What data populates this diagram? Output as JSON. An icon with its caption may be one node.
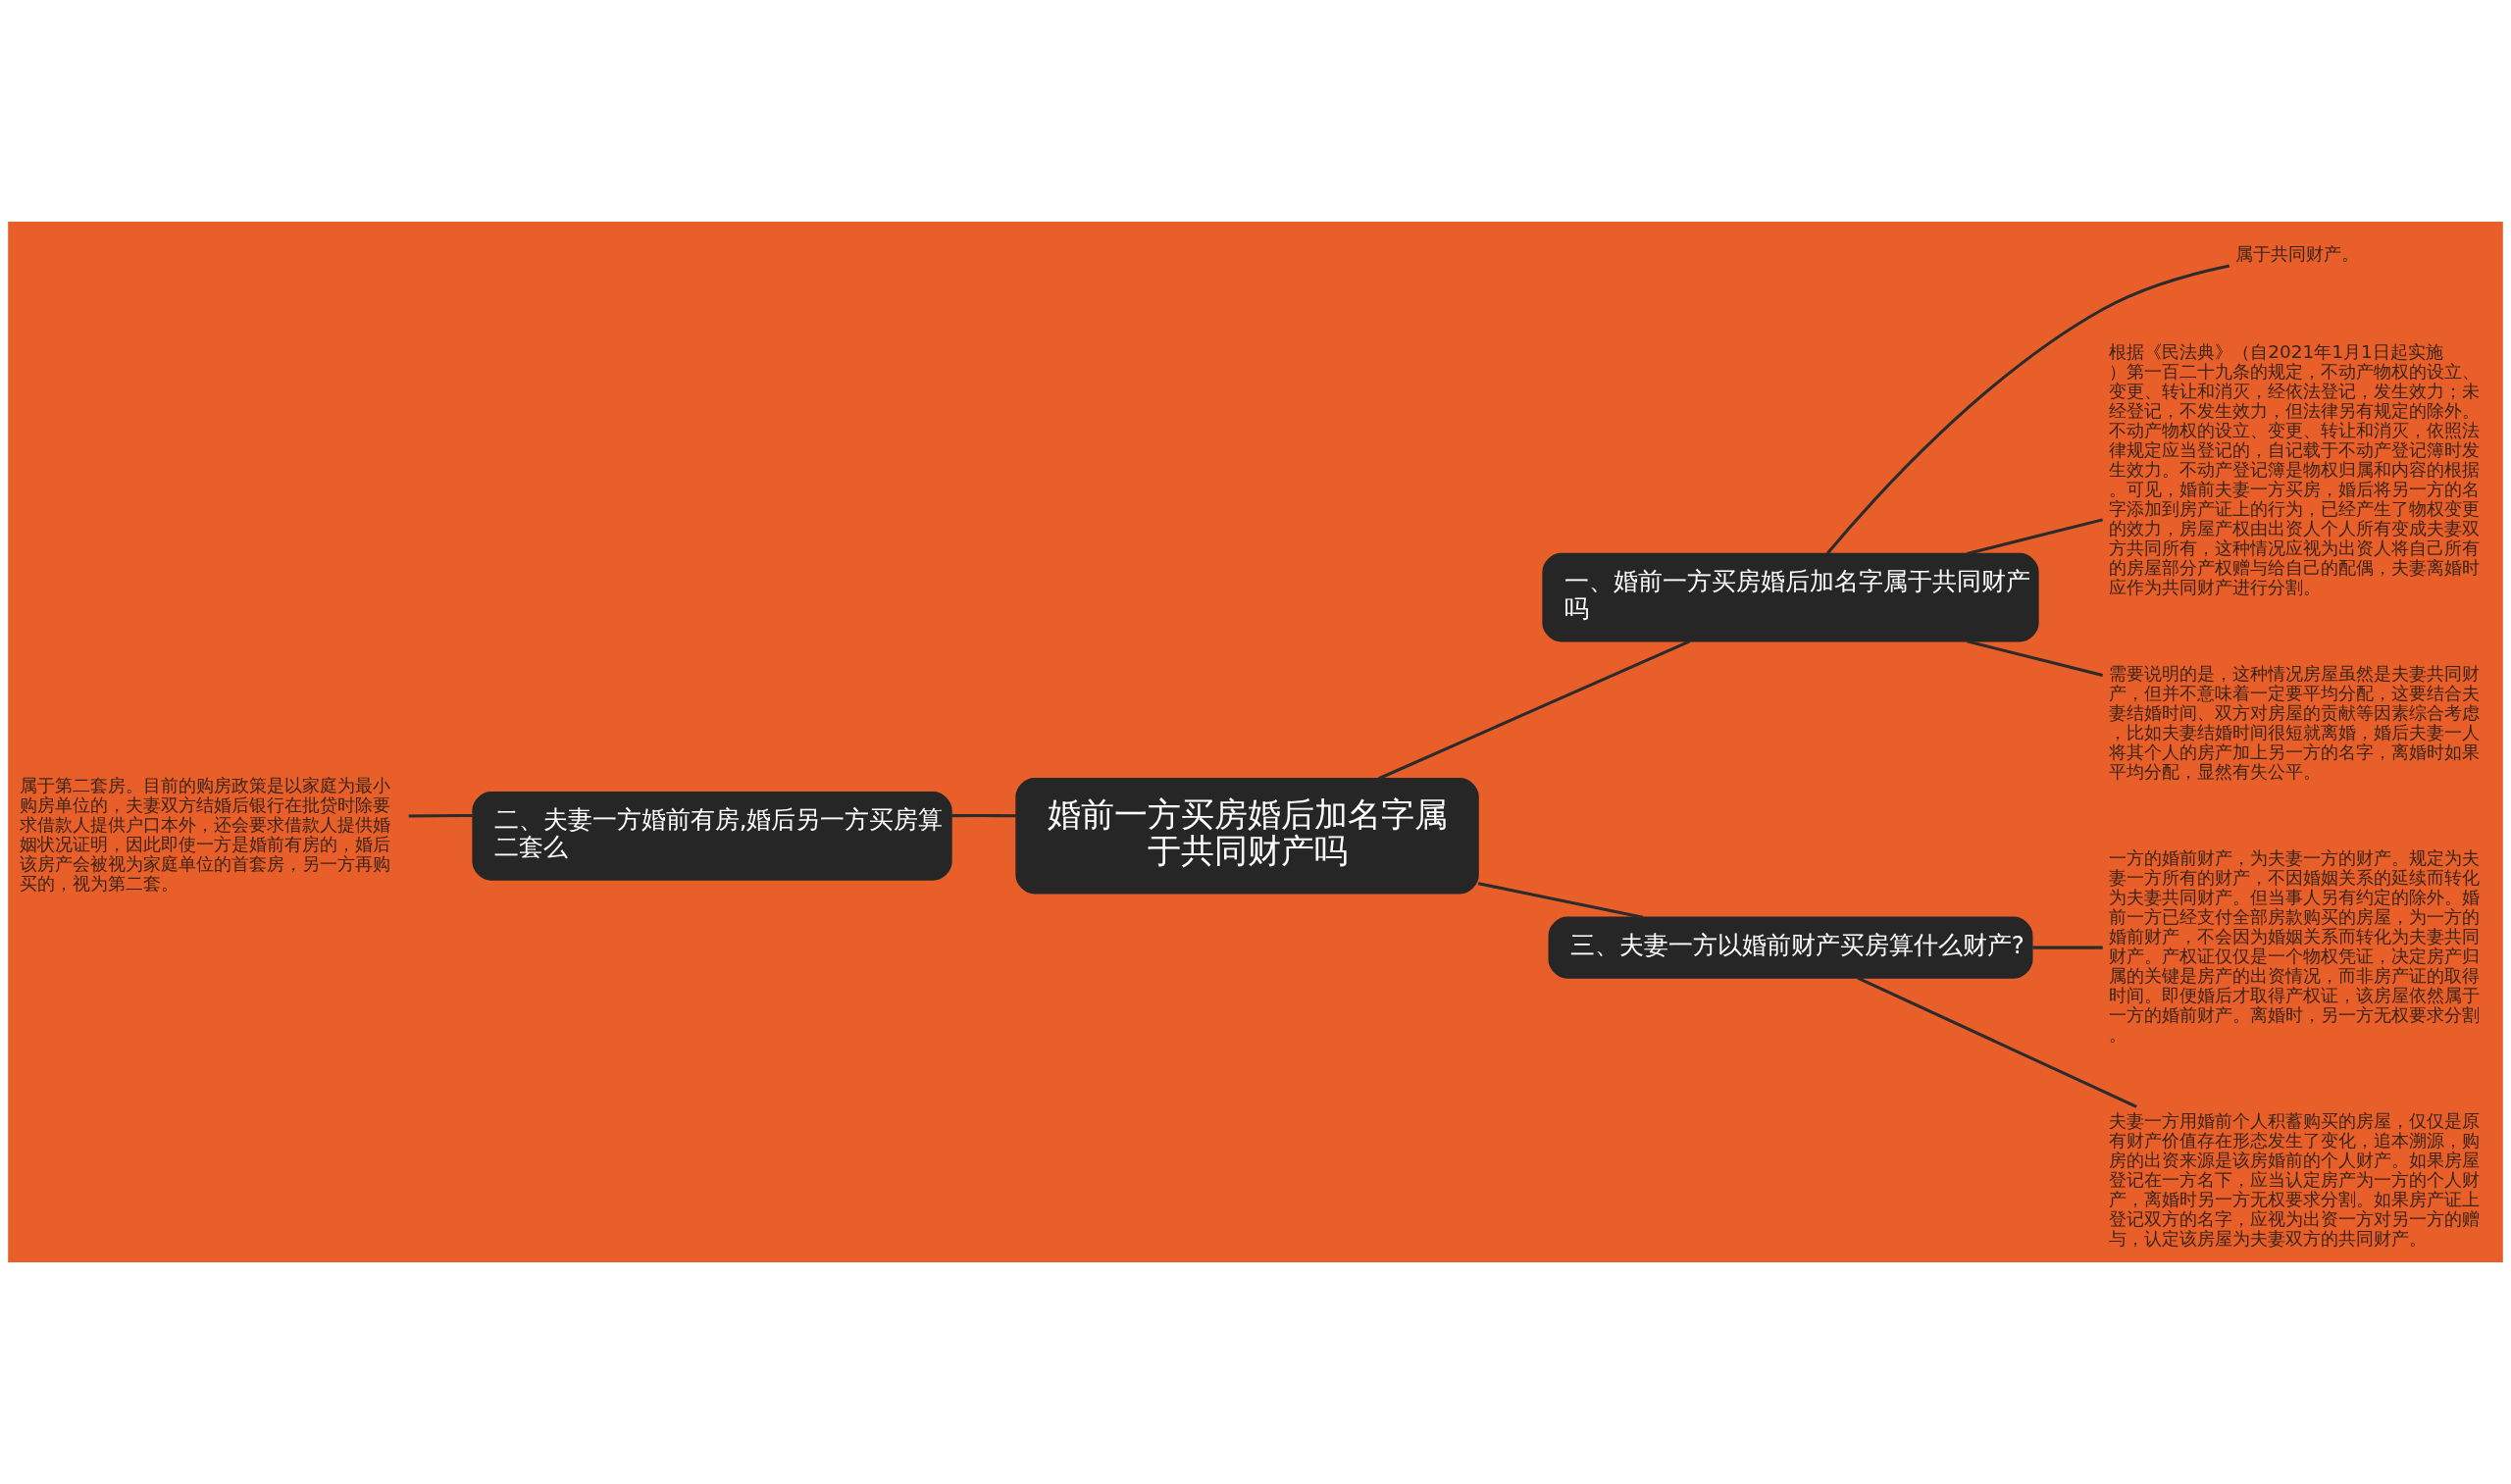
{
  "diagram": {
    "nodes": [
      {
        "text": [
          "婚前一方买房婚后加名字属于共同财产吗"
        ]
      },
      {
        "text": [
          "一、婚前一方买房婚后加名字属于共同财产吗"
        ]
      },
      {
        "text": [
          "属于共同财产。"
        ]
      },
      {
        "text": [
          "根据《民法典》（自2021年1月1日起实施）第一百二十九条的规定，不动产物权的设立、变更、转让和消灭，经依法登记，发生效力；未经登记，不发生效力，但法律另有规定的除外。不动产物权的设立、变更、转让和消灭，依照法律规定应当登记的，自记载于不动产登记簿时发生效力。不动产登记簿是物权归属和内容的根据。可见，婚前夫妻一方买房，婚后将另一方的名字添加到房产证上的行为，已经产生了物权变更的效力，房屋产权由出资人个人所有变成夫妻双方共同所有，这种情况应视为出资人将自己所有的房屋部分产权赠与给自己的配偶，夫妻离婚时应作为共同财产进行分割。"
        ]
      },
      {
        "text": [
          "需要说明的是，这种情况房屋虽然是夫妻共同财产，但并不意味着一定要平均分配，这要结合夫妻结婚时间、双方对房屋的贡献等因素综合考虑，比如夫妻结婚时间很短就离婚，婚后夫妻一人将其个人的房产加上另一方的名字，离婚时如果平均分配，显然有失公平。"
        ]
      },
      {
        "text": [
          "二、夫妻一方婚前有房,婚后另一方买房算二套么"
        ]
      },
      {
        "text": [
          "属于第二套房。目前的购房政策是以家庭为最小购房单位的，夫妻双方结婚后银行在批贷时除要求借款人提供户口本外，还会要求借款人提供婚姻状况证明，因此即使一方是婚前有房的，婚后该房产会被视为家庭单位的首套房，另一方再购买的，视为第二套。"
        ]
      },
      {
        "text": [
          "三、夫妻一方以婚前财产买房算什么财产?"
        ]
      },
      {
        "text": [
          "一方的婚前财产，为夫妻一方的财产。规定为夫妻一方所有的财产，不因婚姻关系的延续而转化为夫妻共同财产。但当事人另有约定的除外。婚前一方已经支付全部房款购买的房屋，为一方的婚前财产，不会因为婚姻关系而转化为夫妻共同财产。产权证仅仅是一个物权凭证，决定房产归属的关键是房产的出资情况，而非房产证的取得时间。即便婚后才取得产权证，该房屋依然属于一方的婚前财产。离婚时，另一方无权要求分割。"
        ]
      },
      {
        "text": [
          "夫妻一方用婚前个人积蓄购买的房屋，仅仅是原有财产价值存在形态发生了变化，追本溯源，购房的出资来源是该房婚前的个人财产。如果房屋登记在一方名下，应当认定房产为一方的个人财产，离婚时另一方无权要求分割。如果房产证上登记双方的名字，应视为出资一方对另一方的赠与，认定该房屋为夫妻双方的共同财产。"
        ]
      }
    ],
    "edges": [
      {
        "from": 0,
        "to": 1,
        "arrow": "none"
      },
      {
        "from": 1,
        "to": 2,
        "arrow": "none"
      },
      {
        "from": 1,
        "to": 3,
        "arrow": "none"
      },
      {
        "from": 1,
        "to": 4,
        "arrow": "none"
      },
      {
        "from": 0,
        "to": 5,
        "arrow": "none"
      },
      {
        "from": 5,
        "to": 6,
        "arrow": "none"
      },
      {
        "from": 0,
        "to": 7,
        "arrow": "none"
      },
      {
        "from": 7,
        "to": 8,
        "arrow": "none"
      },
      {
        "from": 7,
        "to": 9,
        "arrow": "none"
      }
    ]
  }
}
